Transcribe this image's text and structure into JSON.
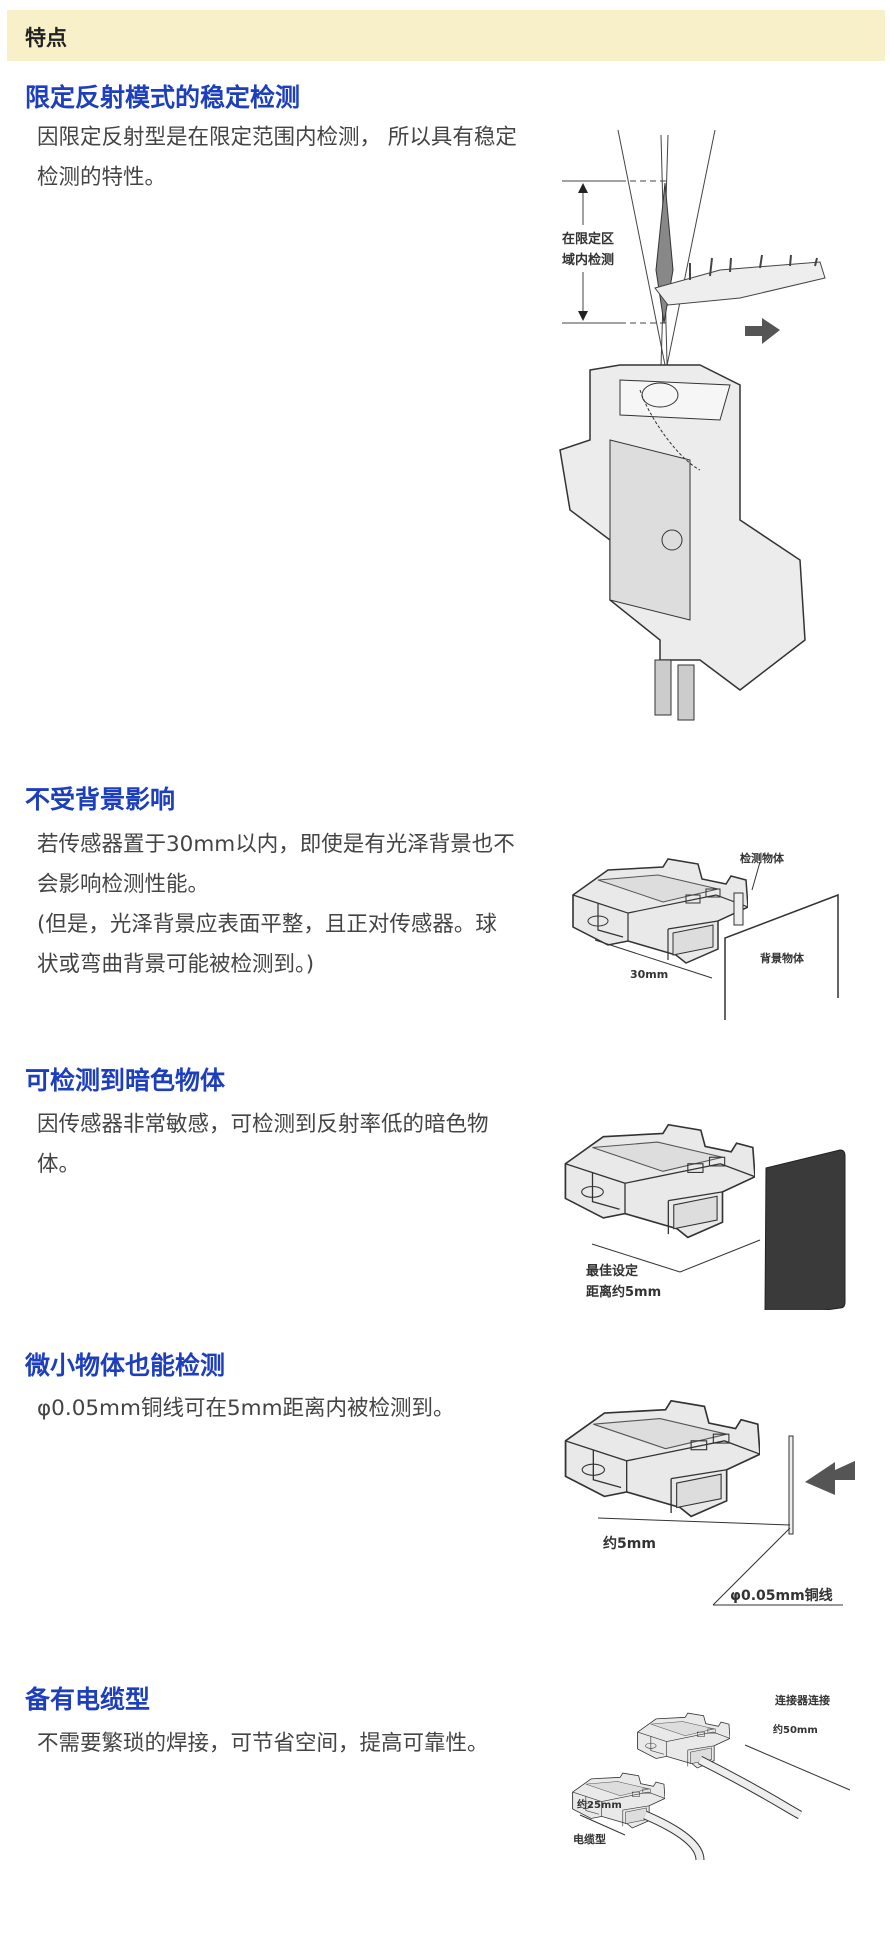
{
  "header": {
    "title": "特点"
  },
  "sections": [
    {
      "title": "限定反射模式的稳定检测",
      "body": [
        "因限定反射型是在限定范围内检测， 所以具有稳定检测的特性。"
      ],
      "figure": {
        "labels": [
          "在限定区",
          "域内检测"
        ]
      }
    },
    {
      "title": "不受背景影响",
      "body": [
        "若传感器置于30mm以内，即使是有光泽背景也不会影响检测性能。",
        "(但是，光泽背景应表面平整，且正对传感器。球状或弯曲背景可能被检测到。)"
      ],
      "figure": {
        "labels": [
          "检测物体",
          "背景物体",
          "30mm"
        ]
      }
    },
    {
      "title": "可检测到暗色物体",
      "body": [
        "因传感器非常敏感，可检测到反射率低的暗色物体。"
      ],
      "figure": {
        "labels": [
          "最佳设定",
          "距离约5mm"
        ]
      }
    },
    {
      "title": "微小物体也能检测",
      "body": [
        "φ0.05mm铜线可在5mm距离内被检测到。"
      ],
      "figure": {
        "labels": [
          "约5mm",
          "φ0.05mm铜线"
        ]
      }
    },
    {
      "title": "备有电缆型",
      "body": [
        "不需要繁琐的焊接，可节省空间，提高可靠性。"
      ],
      "figure": {
        "labels": [
          "连接器连接",
          "约50mm",
          "约25mm",
          "电缆型"
        ]
      }
    }
  ],
  "colors": {
    "header_bg": "#f7f0c8",
    "title": "#1d3fbd",
    "body": "#444444"
  }
}
